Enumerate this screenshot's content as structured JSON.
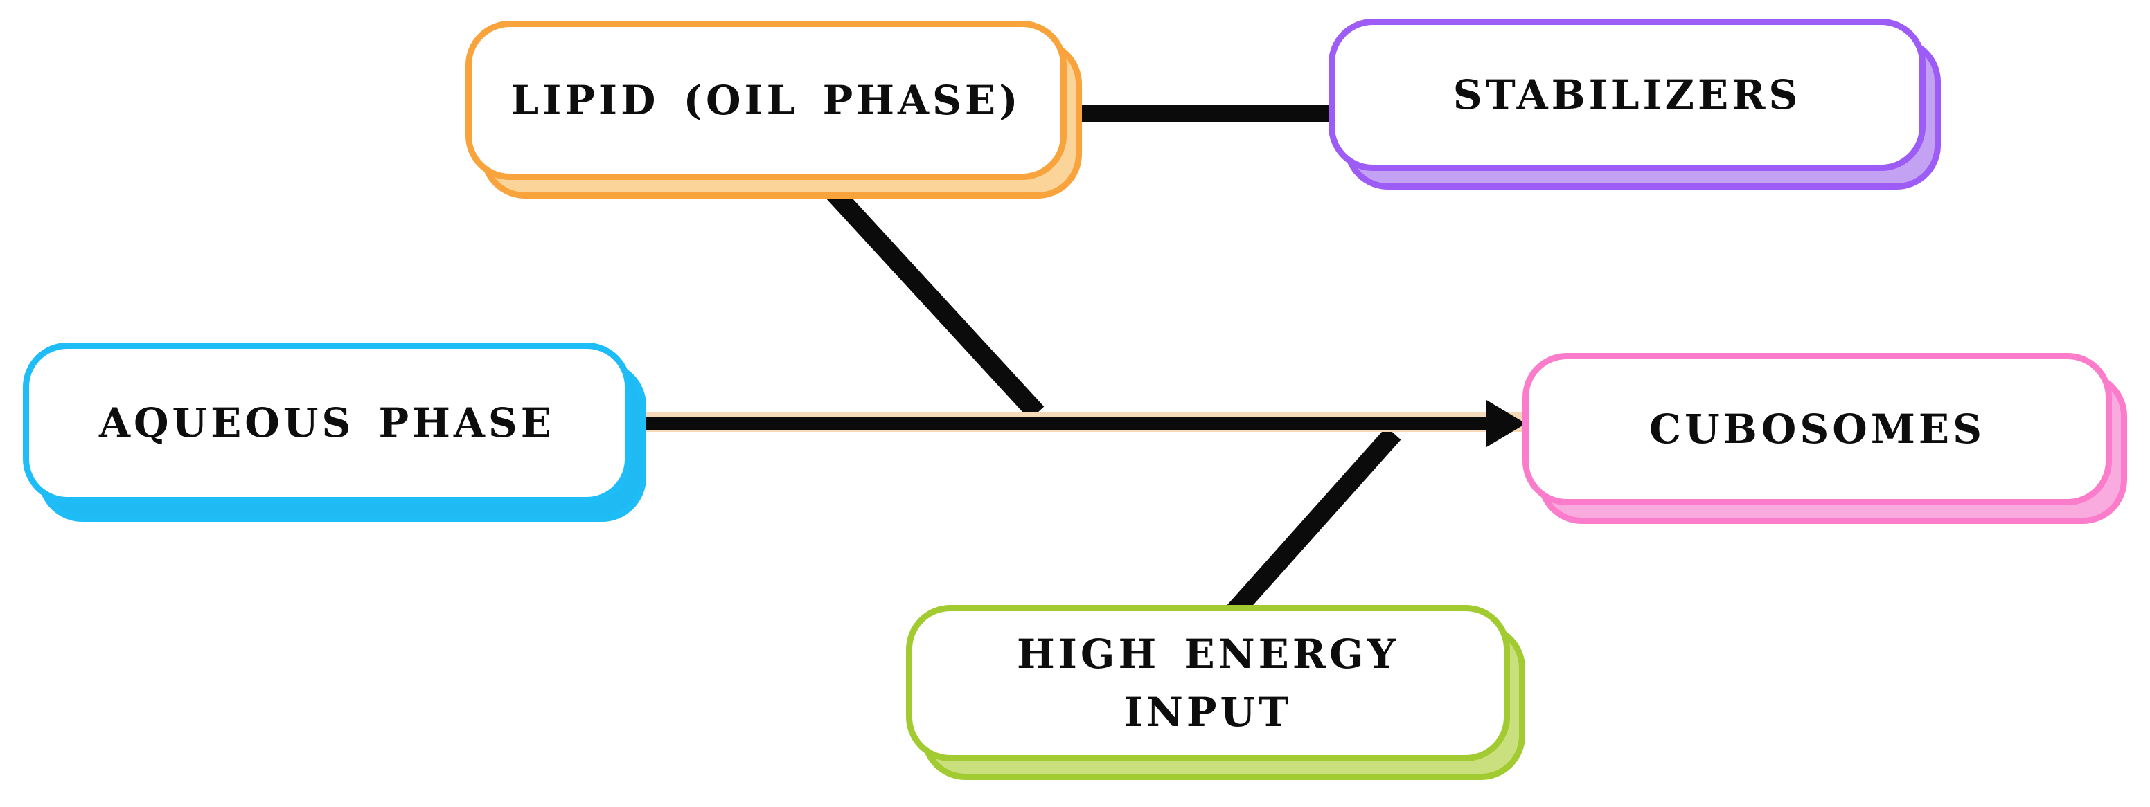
{
  "figure": {
    "background": "#FFFFFF",
    "nodes": [
      {
        "id": "lipid-oil-phase",
        "label": "LIPID (OIL PHASE)",
        "border_color": "#F9A33C",
        "shadow_fill": "#FBD49A",
        "text_color": "#0D0D0D"
      },
      {
        "id": "stabilizers",
        "label": "STABILIZERS",
        "border_color": "#9D5CF6",
        "shadow_fill": "#C3A2F3",
        "text_color": "#0D0D0D"
      },
      {
        "id": "aqueous-phase",
        "label": "AQUEOUS PHASE",
        "border_color": "#1FBDF8",
        "shadow_fill": "#1FB9F3",
        "text_color": "#0D0D0D"
      },
      {
        "id": "cubosomes",
        "label": "CUBOSOMES",
        "border_color": "#FA7CCA",
        "shadow_fill": "#F9ABDF",
        "text_color": "#0D0D0D"
      },
      {
        "id": "high-energy-input",
        "label": "HIGH ENERGY INPUT",
        "label_lines": [
          "HIGH ENERGY",
          "INPUT"
        ],
        "border_color": "#A2CB31",
        "shadow_fill": "#CAE07F",
        "text_color": "#0D0D0D"
      }
    ],
    "edges": [
      {
        "from": "lipid-oil-phase",
        "to": "stabilizers",
        "style": "thick-black-line"
      },
      {
        "from": "lipid-oil-phase",
        "to": "mixing-junction",
        "style": "thick-black-diagonal-line"
      },
      {
        "from": "high-energy-input",
        "to": "mixing-junction",
        "style": "thick-black-diagonal-line"
      },
      {
        "from": "aqueous-phase",
        "to": "cubosomes",
        "style": "black-arrow-over-tan-band"
      }
    ],
    "colors": {
      "line_black": "#0B0B0B",
      "arrow_band_tan": "#F5DABA"
    }
  }
}
